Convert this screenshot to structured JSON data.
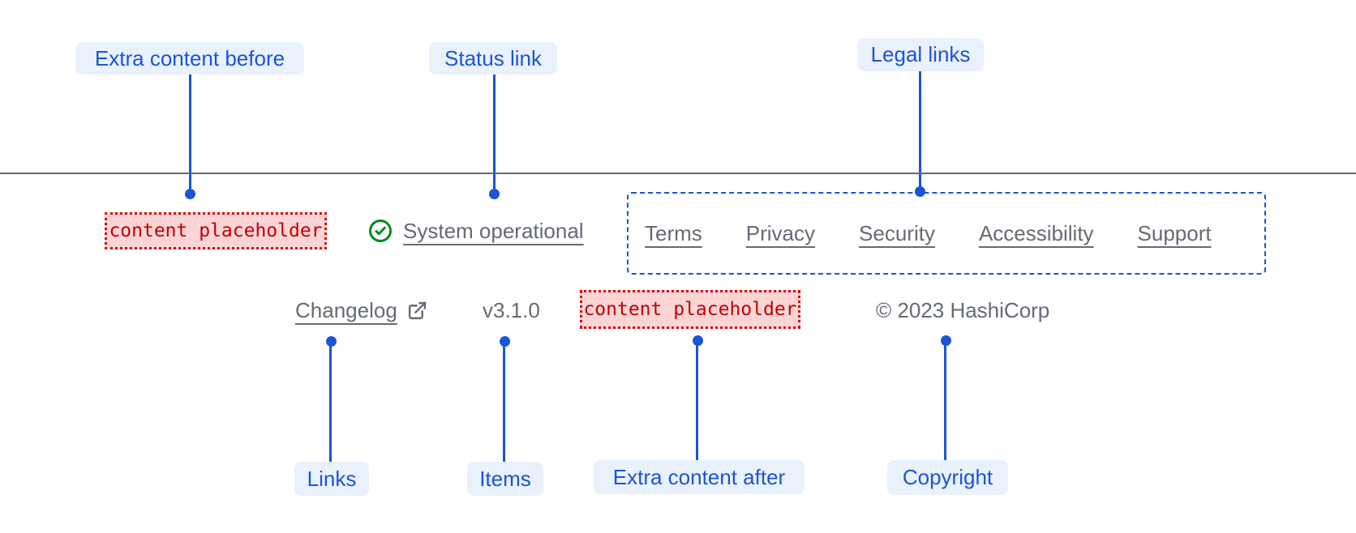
{
  "colors": {
    "annotation_blue": "#1b54d7",
    "annotation_pill_bg": "#e9f1fd",
    "muted_gray": "#656a76",
    "critical_red_text": "#c00005",
    "critical_red_bg": "#fbd5d5",
    "success_green": "#008a22"
  },
  "annotations": {
    "top": [
      {
        "label": "Extra content before"
      },
      {
        "label": "Status link"
      },
      {
        "label": "Legal links"
      }
    ],
    "bottom": [
      {
        "label": "Links"
      },
      {
        "label": "Items"
      },
      {
        "label": "Extra content after"
      },
      {
        "label": "Copyright"
      }
    ]
  },
  "footer": {
    "extra_content_before": "content placeholder",
    "status": {
      "label": "System operational",
      "icon": "check-circle-icon"
    },
    "legal_links": [
      "Terms",
      "Privacy",
      "Security",
      "Accessibility",
      "Support"
    ],
    "links": [
      {
        "label": "Changelog",
        "icon": "external-link-icon"
      }
    ],
    "items": [
      "v3.1.0"
    ],
    "extra_content_after": "content placeholder",
    "copyright": "© 2023 HashiCorp"
  }
}
